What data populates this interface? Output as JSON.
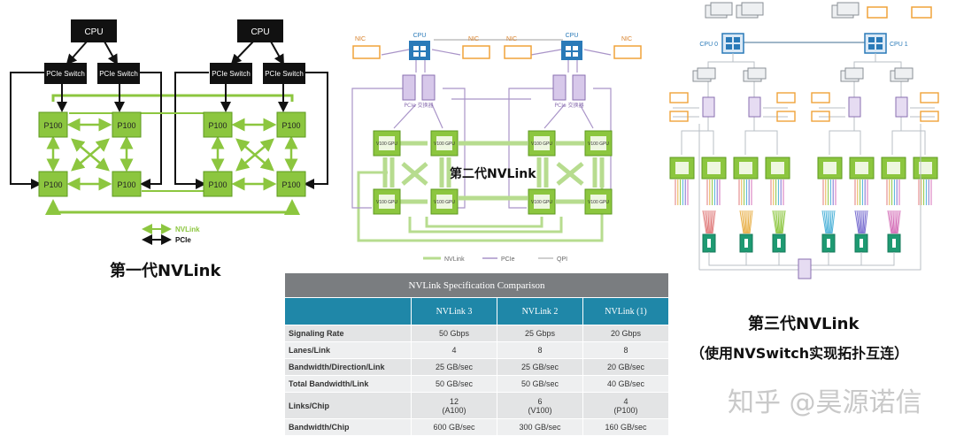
{
  "colors": {
    "nvlink": "#8cc63f",
    "pcie": "#111111",
    "cpu": "#2a7ab8",
    "nic": "#f0a33a",
    "switch_purple": "#8a6fb0",
    "table_header": "#1f87a8",
    "table_title": "#7a7d80"
  },
  "gen1": {
    "caption": "第一代NVLink",
    "cpu_label": "CPU",
    "switch_label": "PCIe Switch",
    "gpu_label": "P100",
    "legend": [
      "NVLink",
      "PCIe"
    ]
  },
  "gen2": {
    "caption": "第二代NVLink",
    "cpu_label": "CPU",
    "nic_label": "NIC",
    "switch_label": "PCIe 交换器",
    "gpu_label": "V100 GPU",
    "legend": [
      "NVLink",
      "PCIe",
      "QPI"
    ]
  },
  "gen3": {
    "caption": "第三代NVLink",
    "subcaption": "（使用NVSwitch实现拓扑互连）",
    "cpu0_label": "CPU 0",
    "cpu1_label": "CPU 1"
  },
  "table": {
    "title": "NVLink Specification Comparison",
    "columns": [
      "",
      "NVLink 3",
      "NVLink 2",
      "NVLink (1)"
    ],
    "rows": [
      {
        "label": "Signaling Rate",
        "values": [
          "50 Gbps",
          "25 Gbps",
          "20 Gbps"
        ]
      },
      {
        "label": "Lanes/Link",
        "values": [
          "4",
          "8",
          "8"
        ]
      },
      {
        "label": "Bandwidth/Direction/Link",
        "values": [
          "25 GB/sec",
          "25 GB/sec",
          "20 GB/sec"
        ]
      },
      {
        "label": "Total Bandwidth/Link",
        "values": [
          "50 GB/sec",
          "50 GB/sec",
          "40 GB/sec"
        ]
      },
      {
        "label": "Links/Chip",
        "values": [
          "12\n(A100)",
          "6\n(V100)",
          "4\n(P100)"
        ]
      },
      {
        "label": "Bandwidth/Chip",
        "values": [
          "600 GB/sec",
          "300 GB/sec",
          "160 GB/sec"
        ]
      }
    ]
  },
  "watermark": "知乎 @昊源诺信"
}
